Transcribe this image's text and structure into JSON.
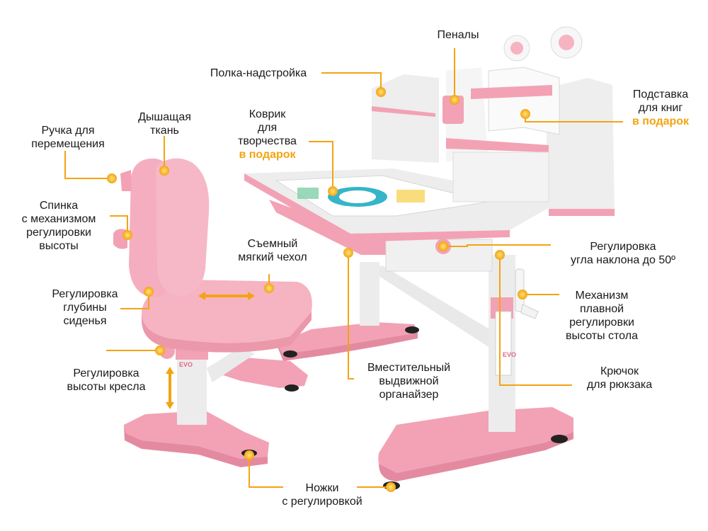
{
  "accent_color": "#f3a412",
  "product_color": "#f4a3b5",
  "callouts": {
    "penaly": "Пеналы",
    "polka": "Полка-надстройка",
    "podstavka": {
      "l1": "Подставка",
      "l2": "для книг",
      "l3": "в подарок"
    },
    "kovrik": {
      "l1": "Коврик",
      "l2": "для",
      "l3": "творчества",
      "l4": "в подарок"
    },
    "ruchka": {
      "l1": "Ручка для",
      "l2": "перемещения"
    },
    "tkan": {
      "l1": "Дышащая",
      "l2": "ткань"
    },
    "spinka": {
      "l1": "Спинка",
      "l2": "с механизмом",
      "l3": "регулировки",
      "l4": "высоты"
    },
    "chehol": {
      "l1": "Съемный",
      "l2": "мягкий чехол"
    },
    "ugol": {
      "l1": "Регулировка",
      "l2": "угла наклона до 50º"
    },
    "glubina": {
      "l1": "Регулировка",
      "l2": "глубины",
      "l3": "сиденья"
    },
    "mehanizm": {
      "l1": "Механизм",
      "l2": "плавной",
      "l3": "регулировки",
      "l4": "высоты стола"
    },
    "organaizer": {
      "l1": "Вместительный",
      "l2": "выдвижной",
      "l3": "органайзер"
    },
    "kryuchok": {
      "l1": "Крючок",
      "l2": "для рюкзака"
    },
    "vysota_kresla": {
      "l1": "Регулировка",
      "l2": "высоты кресла"
    },
    "nozhki": {
      "l1": "Ножки",
      "l2": "с регулировкой"
    }
  },
  "product_marks": {
    "brand_text": "EVO"
  }
}
